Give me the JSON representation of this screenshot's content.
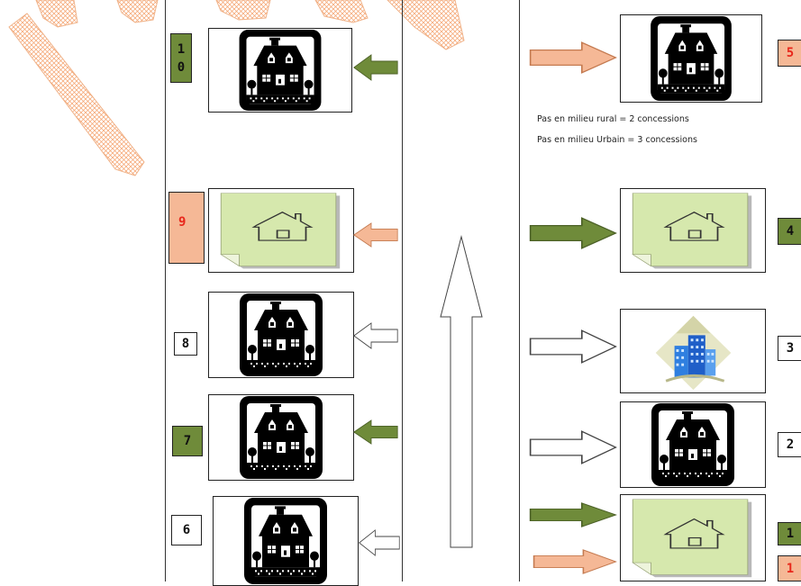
{
  "colors": {
    "green": "#6f8b3a",
    "orange": "#f5b896",
    "orange_text": "#e8281c",
    "sticky": "#d6e8ad",
    "watermark": "#f4a06a"
  },
  "left_column": [
    {
      "badge": "1\n0",
      "badge_style": "green",
      "icon": "house-black-icon",
      "arrow": "green-left"
    },
    {
      "badge": "9",
      "badge_style": "orange",
      "icon": "sticky-house-icon",
      "arrow": "orange-left"
    },
    {
      "badge": "8",
      "badge_style": "white",
      "icon": "house-black-icon",
      "arrow": "white-left"
    },
    {
      "badge": "7",
      "badge_style": "green",
      "icon": "house-black-icon",
      "arrow": "green-left"
    },
    {
      "badge": "6",
      "badge_style": "white",
      "icon": "house-black-icon",
      "arrow": "white-left"
    }
  ],
  "right_column": [
    {
      "badge": "5",
      "badge_style": "orange",
      "icon": "house-black-icon",
      "arrow": "orange-right"
    },
    {
      "badge": "4",
      "badge_style": "green",
      "icon": "sticky-house-icon",
      "arrow": "green-right"
    },
    {
      "badge": "3",
      "badge_style": "white",
      "icon": "office-building-icon",
      "arrow": "white-right"
    },
    {
      "badge": "2",
      "badge_style": "white",
      "icon": "house-black-icon",
      "arrow": "white-right"
    },
    {
      "badge": "1",
      "badge_style": "green",
      "icon": "sticky-house-icon",
      "arrow": "green-right"
    }
  ],
  "bottom_right_extra": {
    "badge": "1",
    "badge_style": "orange",
    "arrow": "orange-right"
  },
  "notes": {
    "rural": "Pas en milieu rural = 2 concessions",
    "urban": "Pas en milieu Urbain = 3 concessions"
  }
}
